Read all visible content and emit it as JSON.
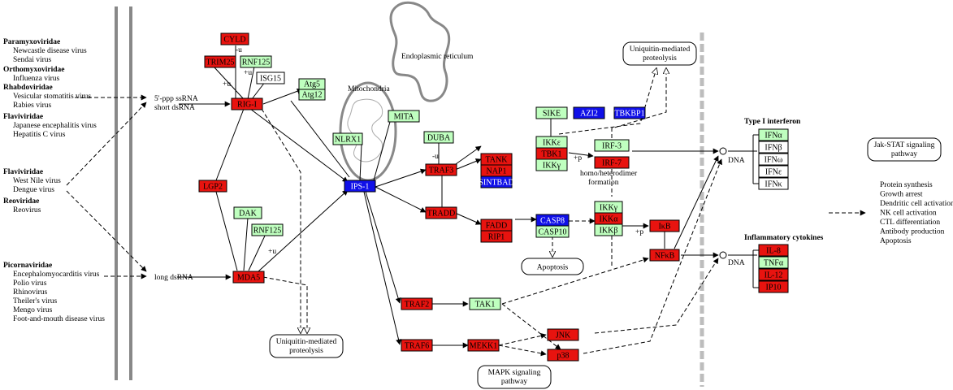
{
  "colors": {
    "red": "#e8130f",
    "green": "#bfffbf",
    "blue": "#1010e8",
    "white": "#ffffff",
    "membrane": "#888888",
    "divider": "#bdbdbd"
  },
  "families": {
    "paramyxo": {
      "name": "Paramyxoviridae",
      "viruses": [
        "Newcastle disease virus",
        "Sendai virus"
      ]
    },
    "orthomyxo": {
      "name": "Orthomyxoviridae",
      "viruses": [
        "Influenza virus"
      ]
    },
    "rhabdo": {
      "name": "Rhabdoviridae",
      "viruses": [
        "Vesicular stomatitis virus",
        "Rabies virus"
      ]
    },
    "flavi1": {
      "name": "Flaviviridae",
      "viruses": [
        "Japanese encephalitis virus",
        "Hepatitis C virus"
      ]
    },
    "flavi2": {
      "name": "Flaviviridae",
      "viruses": [
        "West Nile virus",
        "Dengue virus"
      ]
    },
    "reo": {
      "name": "Reoviridae",
      "viruses": [
        "Reovirus"
      ]
    },
    "picorna": {
      "name": "Picornaviridae",
      "viruses": [
        "Encephalomyocarditis virus",
        "Polio virus",
        "Rhinovirus",
        "Theiler's virus",
        "Mengo virus",
        "Foot-and-mouth disease virus"
      ]
    }
  },
  "ligands": {
    "ssrna_1": "5'-ppp ssRNA",
    "ssrna_2": "short dsRNA",
    "long": "long dsRNA"
  },
  "compartments": {
    "er": "Endoplasmic reticulum",
    "mito": "Mitochondria"
  },
  "nodes": {
    "cyld": {
      "label": "CYLD",
      "color": "red"
    },
    "trim25": {
      "label": "TRIM25",
      "color": "red"
    },
    "rnf125_a": {
      "label": "RNF125",
      "color": "green"
    },
    "isg15": {
      "label": "ISG15",
      "color": "white"
    },
    "rigi": {
      "label": "RIG-I",
      "color": "red"
    },
    "atg5": {
      "label": "Atg5",
      "color": "green"
    },
    "atg12": {
      "label": "Atg12",
      "color": "green"
    },
    "lgp2": {
      "label": "LGP2",
      "color": "red"
    },
    "dak": {
      "label": "DAK",
      "color": "green"
    },
    "rnf125_b": {
      "label": "RNF125",
      "color": "green"
    },
    "mda5": {
      "label": "MDA5",
      "color": "red"
    },
    "nlrx1": {
      "label": "NLRX1",
      "color": "green"
    },
    "mita": {
      "label": "MITA",
      "color": "green"
    },
    "ips1": {
      "label": "IPS-1",
      "color": "blue"
    },
    "duba": {
      "label": "DUBA",
      "color": "green"
    },
    "traf3": {
      "label": "TRAF3",
      "color": "red"
    },
    "tradd": {
      "label": "TRADD",
      "color": "red"
    },
    "tank": {
      "label": "TANK",
      "color": "red"
    },
    "nap1": {
      "label": "NAP1",
      "color": "red"
    },
    "sintbad": {
      "label": "SINTBAD",
      "color": "blue"
    },
    "sike": {
      "label": "SIKE",
      "color": "green"
    },
    "azi2": {
      "label": "AZI2",
      "color": "blue"
    },
    "tbkbp1": {
      "label": "TBKBP1",
      "color": "blue"
    },
    "ikke": {
      "label": "IKKε",
      "color": "green"
    },
    "tbk1": {
      "label": "TBK1",
      "color": "red"
    },
    "ikkg_a": {
      "label": "IKKγ",
      "color": "green"
    },
    "irf3": {
      "label": "IRF-3",
      "color": "green"
    },
    "irf7": {
      "label": "IRF-7",
      "color": "red"
    },
    "fadd": {
      "label": "FADD",
      "color": "red"
    },
    "rip1": {
      "label": "RIP1",
      "color": "red"
    },
    "casp8": {
      "label": "CASP8",
      "color": "blue"
    },
    "casp10": {
      "label": "CASP10",
      "color": "green"
    },
    "ikkg_b": {
      "label": "IKKγ",
      "color": "green"
    },
    "ikka": {
      "label": "IKKα",
      "color": "red"
    },
    "ikkb": {
      "label": "IKKβ",
      "color": "green"
    },
    "ikb": {
      "label": "IκB",
      "color": "red"
    },
    "nfkb": {
      "label": "NFκB",
      "color": "red"
    },
    "traf2": {
      "label": "TRAF2",
      "color": "red"
    },
    "tak1": {
      "label": "TAK1",
      "color": "green"
    },
    "traf6": {
      "label": "TRAF6",
      "color": "red"
    },
    "mekk1": {
      "label": "MEKK1",
      "color": "red"
    },
    "jnk": {
      "label": "JNK",
      "color": "red"
    },
    "p38": {
      "label": "p38",
      "color": "red"
    },
    "ifna": {
      "label": "IFNα",
      "color": "green"
    },
    "ifnb": {
      "label": "IFNβ",
      "color": "white"
    },
    "ifnw": {
      "label": "IFNω",
      "color": "white"
    },
    "ifne": {
      "label": "IFNε",
      "color": "white"
    },
    "ifnk": {
      "label": "IFNκ",
      "color": "white"
    },
    "il8": {
      "label": "IL-8",
      "color": "red"
    },
    "tnfa": {
      "label": "TNFα",
      "color": "green"
    },
    "il12": {
      "label": "IL-12",
      "color": "red"
    },
    "ip10": {
      "label": "IP10",
      "color": "red"
    }
  },
  "pathways": {
    "ub_top": [
      "Uniquitin-mediated",
      "proteolysis"
    ],
    "ub_bottom": [
      "Uniquitin-mediated",
      "proteolysis"
    ],
    "apoptosis": [
      "Apoptosis"
    ],
    "mapk": [
      "MAPK signaling",
      "pathway"
    ],
    "jakstat": [
      "Jak-STAT signaling",
      "pathway"
    ]
  },
  "labels": {
    "type1_ifn": "Type I interferon",
    "inflam": "Inflammatory cytokines",
    "dna_1": "DNA",
    "dna_2": "DNA",
    "homo_1": "homo/heterodimer",
    "homo_2": "formation",
    "plus_u_1": "+u",
    "plus_u_2": "+u",
    "plus_u_3": "+u",
    "minus_u_1": "-u",
    "minus_u_2": "-u",
    "plus_p_1": "+p",
    "plus_p_2": "+p"
  },
  "outcomes": [
    "Protein synthesis",
    "Growth arrest",
    "Dendritic cell activation",
    "NK cell activation",
    "CTL differentiation",
    "Antibody production",
    "Apoptosis"
  ]
}
